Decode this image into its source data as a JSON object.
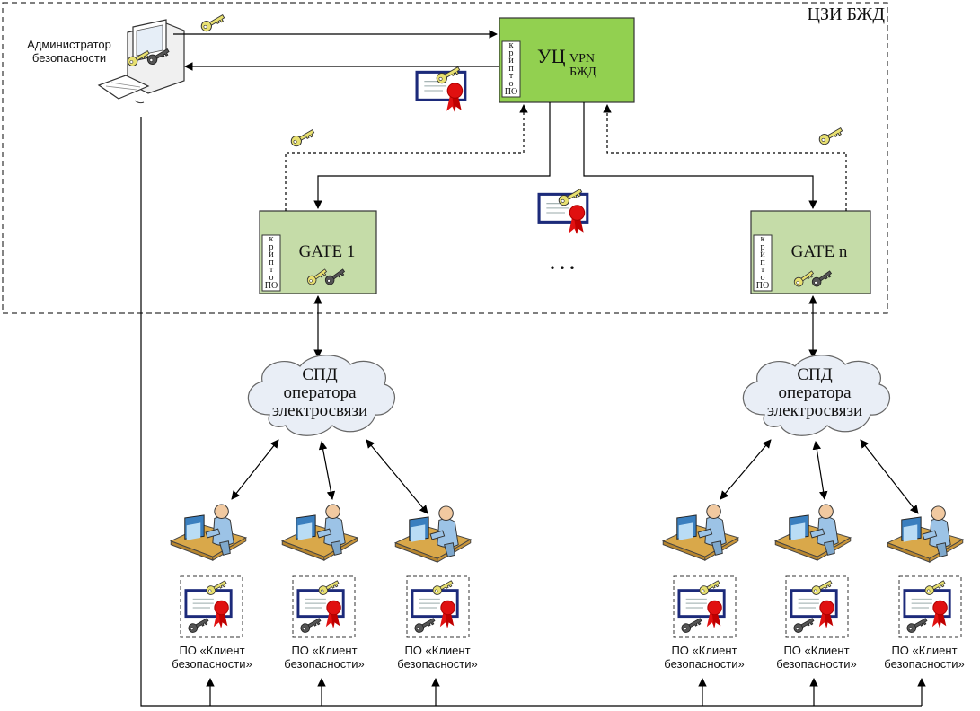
{
  "zone": {
    "label": "ЦЗИ БЖД"
  },
  "admin": {
    "label_line1": "Администратор",
    "label_line2": "безопасности"
  },
  "ca": {
    "main": "УЦ",
    "sup": "VPN",
    "sub": "БЖД"
  },
  "crypto_text": "крипто",
  "crypto_po": "ПО",
  "gates": [
    {
      "label": "GATE 1"
    },
    {
      "label": "GATE n"
    }
  ],
  "ellipsis": ". . .",
  "clouds": [
    {
      "line1": "СПД",
      "line2": "оператора",
      "line3": "электросвязи"
    },
    {
      "line1": "СПД",
      "line2": "оператора",
      "line3": "электросвязи"
    }
  ],
  "clients": [
    {
      "line1": "ПО «Клиент",
      "line2": "безопасности»"
    },
    {
      "line1": "ПО «Клиент",
      "line2": "безопасности»"
    },
    {
      "line1": "ПО «Клиент",
      "line2": "безопасности»"
    },
    {
      "line1": "ПО «Клиент",
      "line2": "безопасности»"
    },
    {
      "line1": "ПО «Клиент",
      "line2": "безопасности»"
    },
    {
      "line1": "ПО «Клиент",
      "line2": "безопасности»"
    }
  ],
  "colors": {
    "ca_fill": "#92d050",
    "gate_fill": "#c5dca8",
    "key_gold": "#e8e070",
    "key_dark": "#555555",
    "seal_red": "#e01010",
    "cert_border": "#1c2a7a",
    "cloud_fill": "#e9eef6",
    "person_fill": "#9cc3e6",
    "desk_fill": "#d9a84a"
  }
}
